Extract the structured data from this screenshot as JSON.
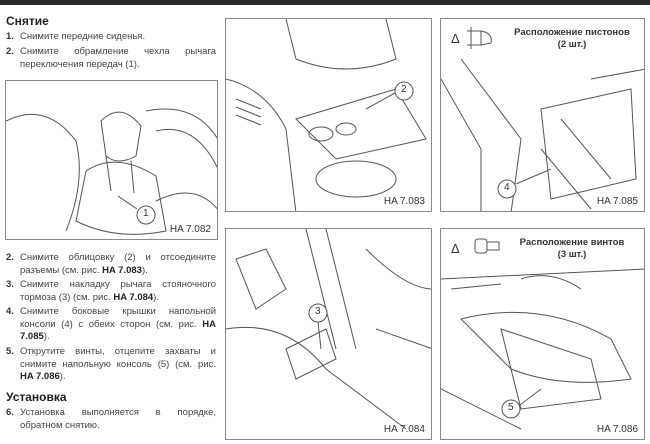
{
  "removal": {
    "heading": "Снятие",
    "steps": [
      {
        "num": "1.",
        "text": "Снимите передние сиденья."
      },
      {
        "num": "2.",
        "text": "Снимите обрамление чехла рычага переключения передач (1)."
      }
    ]
  },
  "steps2": [
    {
      "num": "2.",
      "pre": "Снимите облицовку (2) и отсоедините разъемы (см. рис. ",
      "ref": "HA 7.083",
      "post": ")."
    },
    {
      "num": "3.",
      "pre": "Снимите накладку рычага стояночного тормоза (3) (см. рис. ",
      "ref": "HA 7.084",
      "post": ")."
    },
    {
      "num": "4.",
      "pre": "Снимите боковые крышки напольной консоли (4) с обеих сторон (см. рис. ",
      "ref": "HA 7.085",
      "post": ")."
    },
    {
      "num": "5.",
      "pre": "Открутите винты, отцепите захваты и снимите напольную консоль (5) (см. рис. ",
      "ref": "HA 7.086",
      "post": ")."
    }
  ],
  "install": {
    "heading": "Установка",
    "steps": [
      {
        "num": "6.",
        "text": "Установка выполняется в порядке, обратном снятию."
      }
    ]
  },
  "figures": [
    {
      "caption": "HA 7.082",
      "callout": "1"
    },
    {
      "caption": "HA 7.083",
      "callout": "2"
    },
    {
      "caption": "HA 7.085",
      "callout": "4",
      "legend": "Расположение пистонов",
      "legend_count": "(2 шт.)",
      "symbol": "Δ"
    },
    {
      "caption": "HA 7.084",
      "callout": "3"
    },
    {
      "caption": "HA 7.086",
      "callout": "5",
      "legend": "Расположение винтов",
      "legend_count": "(3 шт.)",
      "symbol": "Δ"
    }
  ]
}
